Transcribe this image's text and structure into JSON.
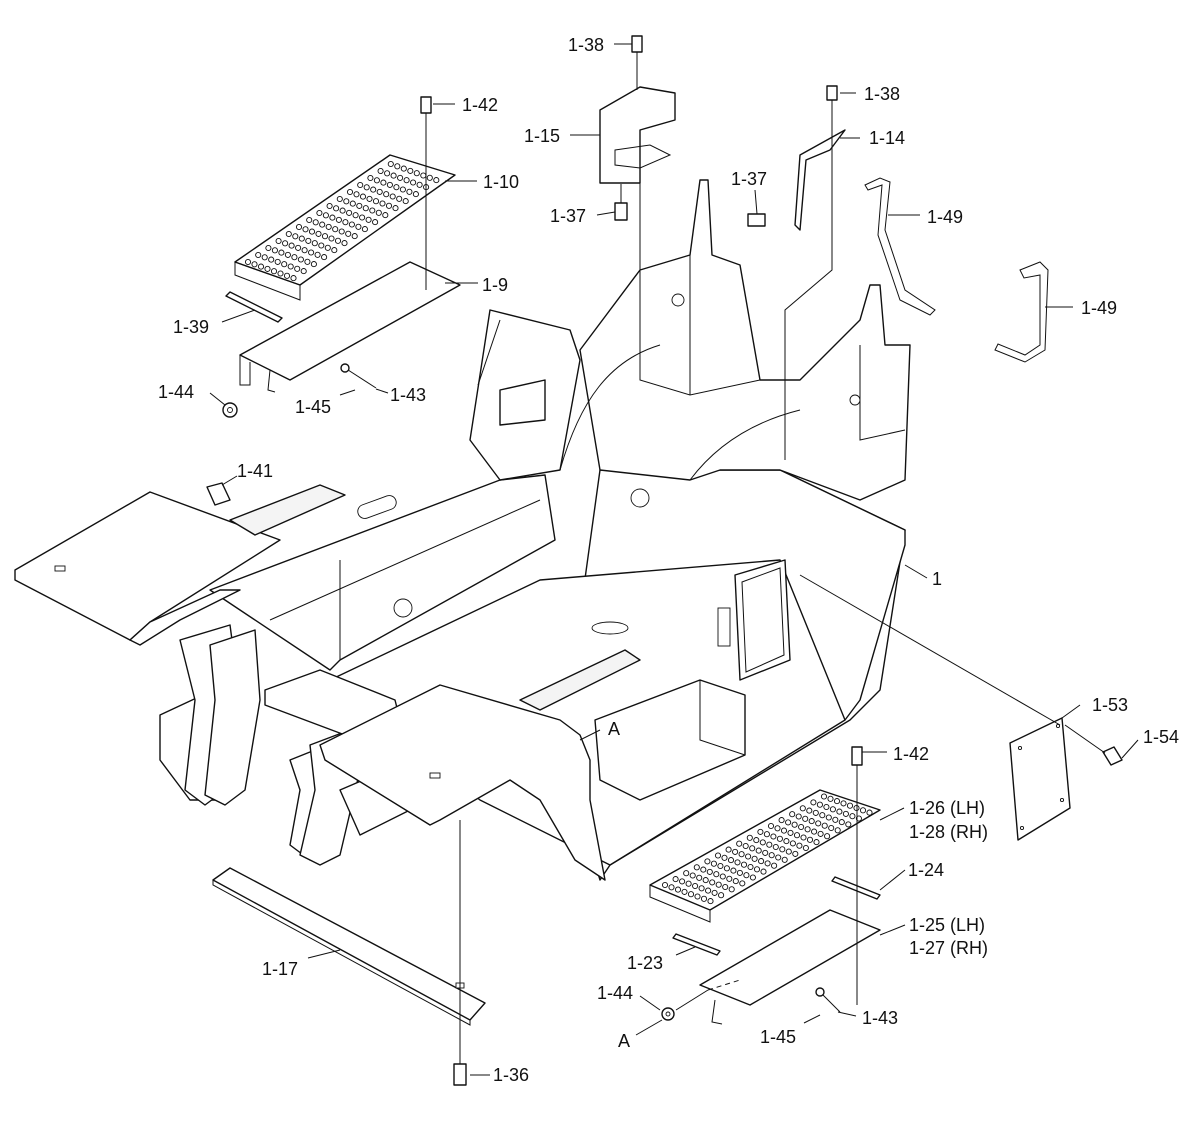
{
  "callouts": [
    {
      "id": "c-1-38a",
      "text": "1-38"
    },
    {
      "id": "c-1-38b",
      "text": "1-38"
    },
    {
      "id": "c-1-42a",
      "text": "1-42"
    },
    {
      "id": "c-1-15",
      "text": "1-15"
    },
    {
      "id": "c-1-14",
      "text": "1-14"
    },
    {
      "id": "c-1-10",
      "text": "1-10"
    },
    {
      "id": "c-1-37a",
      "text": "1-37"
    },
    {
      "id": "c-1-37b",
      "text": "1-37"
    },
    {
      "id": "c-1-49a",
      "text": "1-49"
    },
    {
      "id": "c-1-49b",
      "text": "1-49"
    },
    {
      "id": "c-1-9",
      "text": "1-9"
    },
    {
      "id": "c-1-39",
      "text": "1-39"
    },
    {
      "id": "c-1-44a",
      "text": "1-44"
    },
    {
      "id": "c-1-43a",
      "text": "1-43"
    },
    {
      "id": "c-1-45a",
      "text": "1-45"
    },
    {
      "id": "c-1-41",
      "text": "1-41"
    },
    {
      "id": "c-1",
      "text": "1"
    },
    {
      "id": "c-1-53",
      "text": "1-53"
    },
    {
      "id": "c-1-54",
      "text": "1-54"
    },
    {
      "id": "c-A1",
      "text": "A"
    },
    {
      "id": "c-1-42b",
      "text": "1-42"
    },
    {
      "id": "c-1-26",
      "text": "1-26 (LH)"
    },
    {
      "id": "c-1-28",
      "text": "1-28 (RH)"
    },
    {
      "id": "c-1-24",
      "text": "1-24"
    },
    {
      "id": "c-1-25",
      "text": "1-25 (LH)"
    },
    {
      "id": "c-1-27",
      "text": "1-27 (RH)"
    },
    {
      "id": "c-1-17",
      "text": "1-17"
    },
    {
      "id": "c-1-23",
      "text": "1-23"
    },
    {
      "id": "c-1-44b",
      "text": "1-44"
    },
    {
      "id": "c-A2",
      "text": "A"
    },
    {
      "id": "c-1-43b",
      "text": "1-43"
    },
    {
      "id": "c-1-45b",
      "text": "1-45"
    },
    {
      "id": "c-1-36",
      "text": "1-36"
    }
  ]
}
